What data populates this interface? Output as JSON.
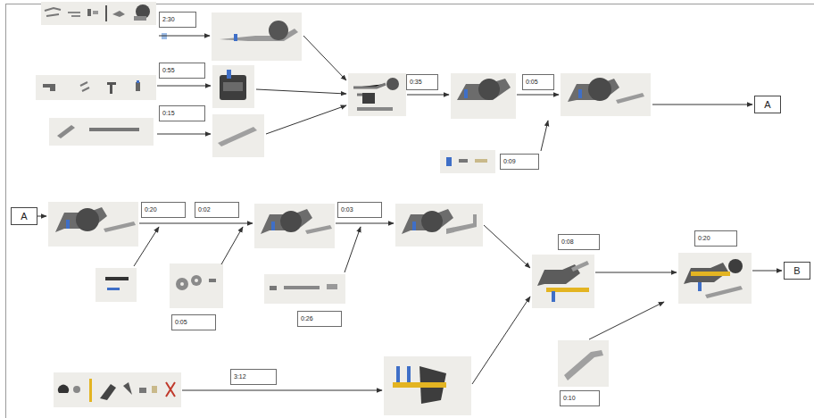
{
  "diagram": {
    "nodes": [
      {
        "text": [
          "2:30"
        ]
      },
      {
        "text": [
          "0:55"
        ]
      },
      {
        "text": [
          "0:15"
        ]
      },
      {
        "text": [
          "0:35"
        ]
      },
      {
        "text": [
          "0:05"
        ]
      },
      {
        "text": [
          "0:09"
        ]
      },
      {
        "text": [
          "A"
        ]
      },
      {
        "text": [
          "A"
        ]
      },
      {
        "text": [
          "0:20"
        ]
      },
      {
        "text": [
          "0:02"
        ]
      },
      {
        "text": [
          "0:03"
        ]
      },
      {
        "text": [
          "0:08"
        ]
      },
      {
        "text": [
          "0:20"
        ]
      },
      {
        "text": [
          "B"
        ]
      },
      {
        "text": [
          "0:05"
        ]
      },
      {
        "text": [
          "0:26"
        ]
      },
      {
        "text": [
          "3:12"
        ]
      },
      {
        "text": [
          "0:10"
        ]
      }
    ]
  }
}
